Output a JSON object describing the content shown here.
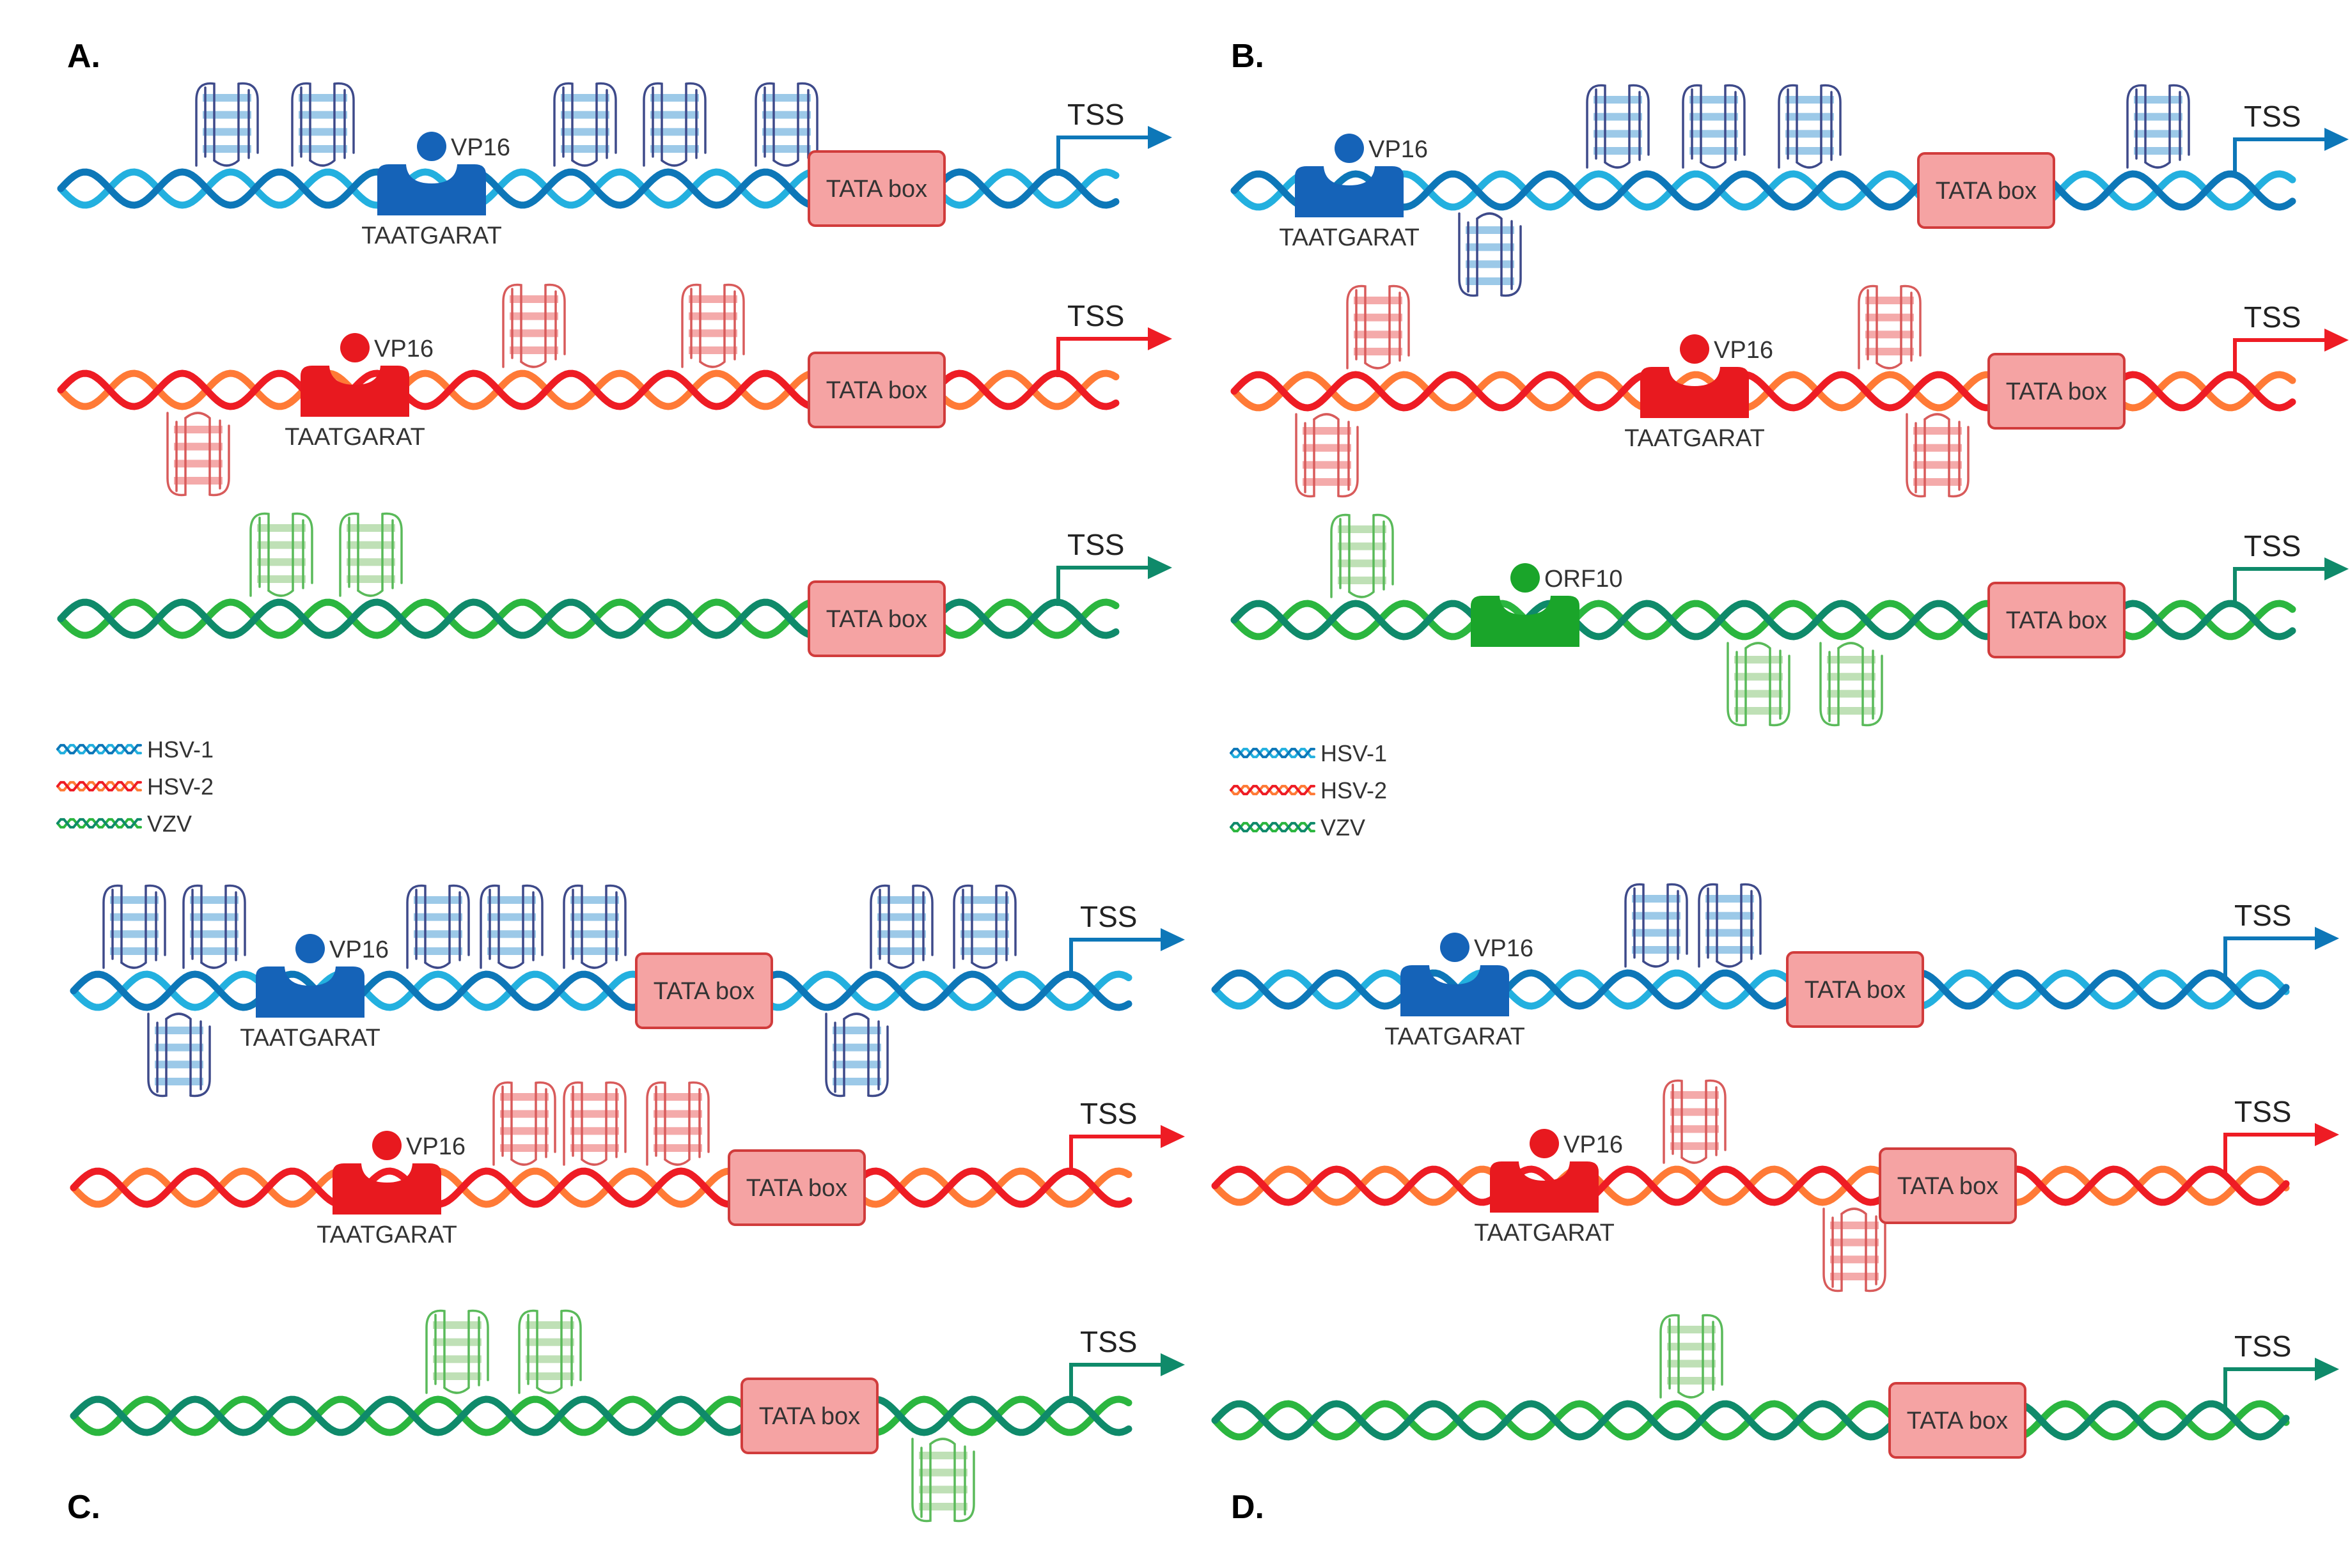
{
  "colors": {
    "hsv1": [
      "#23b0df",
      "#0d77b8"
    ],
    "hsv2": [
      "#ff7a36",
      "#ee1c24"
    ],
    "vzv": [
      "#2bb63f",
      "#0f8a6a"
    ],
    "vp16_hsv1": "#1563b8",
    "vp16_hsv2": "#e8191f",
    "orf10": "#1aa52a",
    "tata_fill": "#f5a3a3",
    "tata_stroke": "#d13c3c",
    "g4_hsv1": [
      "#9cc9e8",
      "#3e4a8a"
    ],
    "g4_hsv2": [
      "#f4aaaa",
      "#d85b5b"
    ],
    "g4_vzv": [
      "#bfe0b6",
      "#5aba5a"
    ]
  },
  "labels": {
    "tss": "TSS",
    "tata": "TATA box",
    "vp16": "VP16",
    "orf10": "ORF10",
    "motif": "TAATGARAT"
  },
  "legend": [
    "HSV-1",
    "HSV-2",
    "VZV"
  ],
  "panels": [
    {
      "label": "A.",
      "strands": [
        {
          "virus": "hsv1",
          "activator": "vp16",
          "motif": true,
          "g4_up": 5,
          "g4_down": 0
        },
        {
          "virus": "hsv2",
          "activator": "vp16",
          "motif": true,
          "g4_up": 2,
          "g4_down": 1
        },
        {
          "virus": "vzv",
          "activator": null,
          "motif": false,
          "g4_up": 2,
          "g4_down": 0
        }
      ]
    },
    {
      "label": "B.",
      "strands": [
        {
          "virus": "hsv1",
          "activator": "vp16",
          "motif": true,
          "g4_up": 4,
          "g4_down": 1
        },
        {
          "virus": "hsv2",
          "activator": "vp16",
          "motif": true,
          "g4_up": 2,
          "g4_down": 2
        },
        {
          "virus": "vzv",
          "activator": "orf10",
          "motif": false,
          "g4_up": 1,
          "g4_down": 2
        }
      ]
    },
    {
      "label": "C.",
      "strands": [
        {
          "virus": "hsv1",
          "activator": "vp16",
          "motif": true,
          "g4_up": 7,
          "g4_down": 2
        },
        {
          "virus": "hsv2",
          "activator": "vp16",
          "motif": true,
          "g4_up": 3,
          "g4_down": 0
        },
        {
          "virus": "vzv",
          "activator": null,
          "motif": false,
          "g4_up": 2,
          "g4_down": 1
        }
      ]
    },
    {
      "label": "D.",
      "strands": [
        {
          "virus": "hsv1",
          "activator": "vp16",
          "motif": true,
          "g4_up": 2,
          "g4_down": 0
        },
        {
          "virus": "hsv2",
          "activator": "vp16",
          "motif": true,
          "g4_up": 1,
          "g4_down": 1
        },
        {
          "virus": "vzv",
          "activator": null,
          "motif": false,
          "g4_up": 1,
          "g4_down": 0
        }
      ]
    }
  ]
}
